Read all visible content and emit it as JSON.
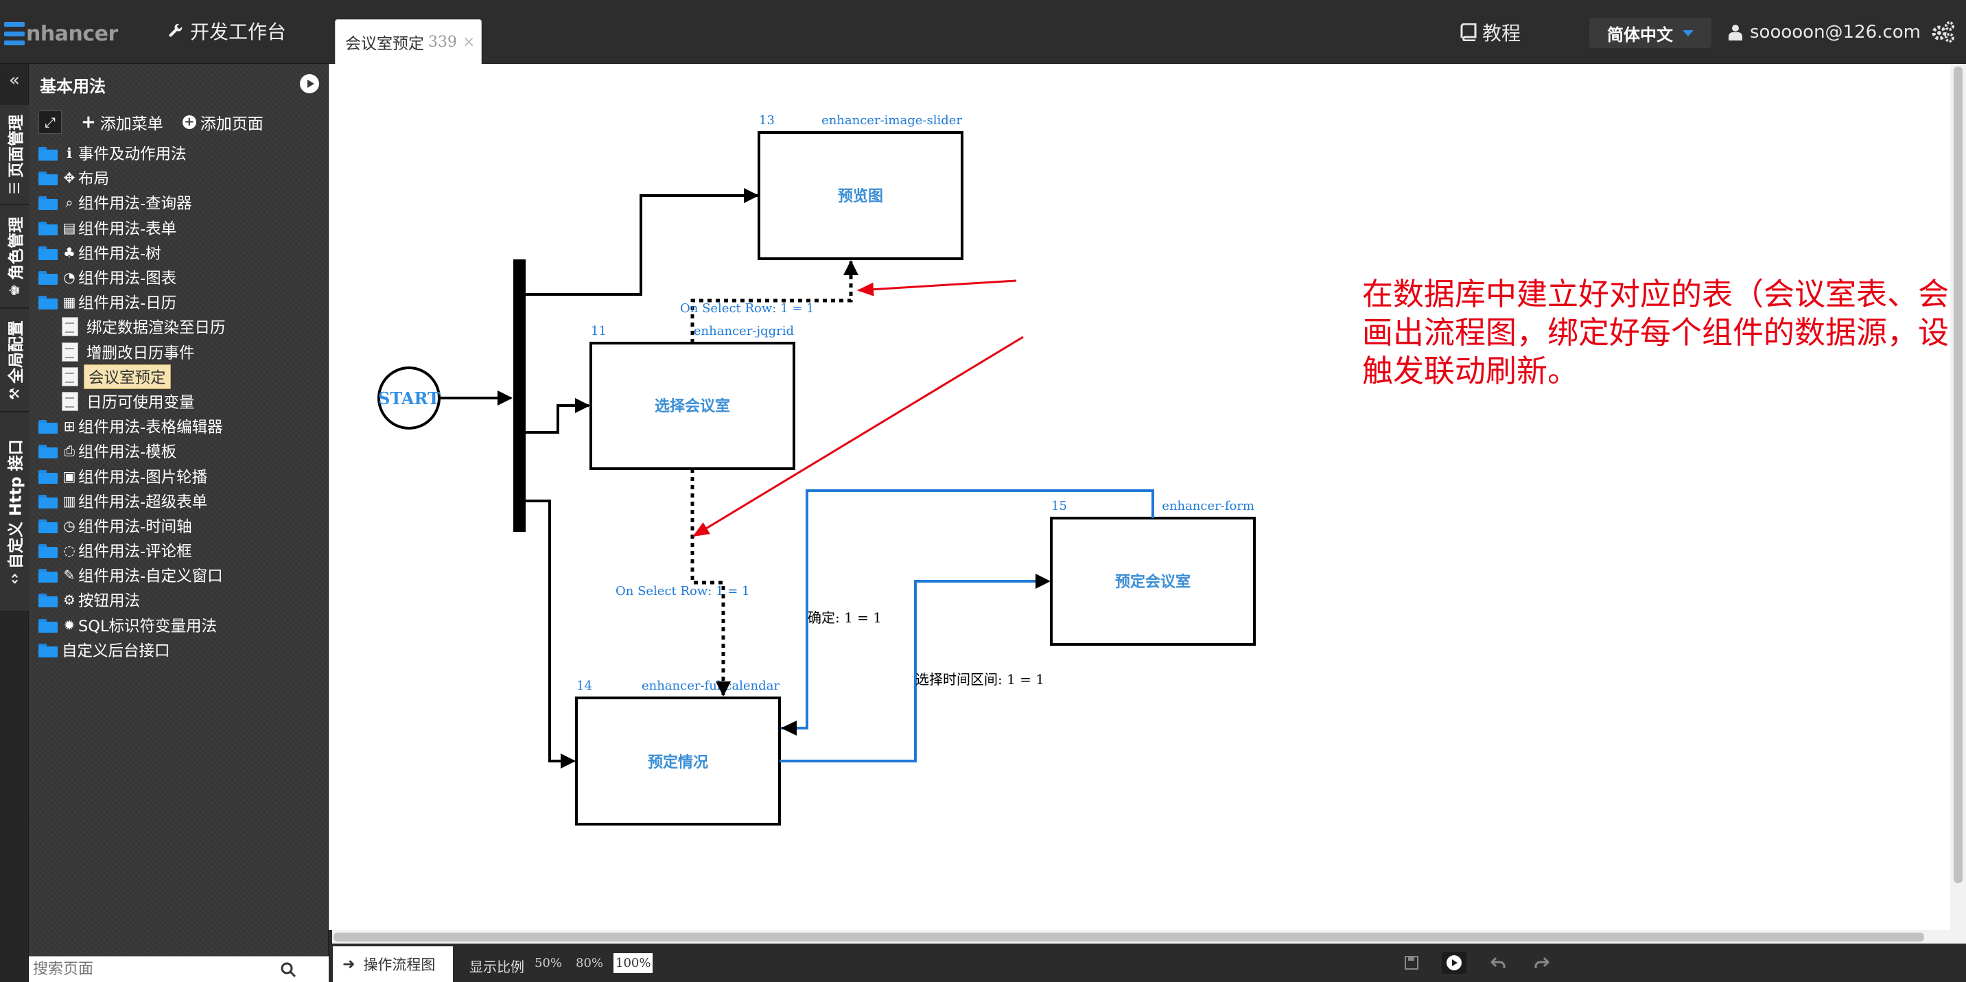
{
  "app": {
    "logo_text": "nhancer",
    "devtools_label": "开发工作台",
    "tab": {
      "label": "会议室预定",
      "count": "339",
      "close": "×"
    },
    "tutorial_label": "教程",
    "language": "简体中文",
    "user_email": "sooooon@126.com"
  },
  "vertical_tabs": [
    {
      "label": "页面管理",
      "icon": "list-icon"
    },
    {
      "label": "角色管理",
      "icon": "users-icon"
    },
    {
      "label": "全局配置",
      "icon": "wrench-icon"
    },
    {
      "label": "自定义 Http 接口",
      "icon": "code-icon"
    }
  ],
  "sidebar": {
    "collapse_glyph": "«",
    "title": "基本用法",
    "add_menu": "添加菜单",
    "add_page": "添加页面",
    "tree": [
      {
        "label": "事件及动作用法",
        "glyph": "ℹ",
        "icon": "info-icon"
      },
      {
        "label": "布局",
        "glyph": "✥",
        "icon": "move-icon"
      },
      {
        "label": "组件用法-查询器",
        "glyph": "⌕",
        "icon": "search-icon"
      },
      {
        "label": "组件用法-表单",
        "glyph": "▤",
        "icon": "form-icon"
      },
      {
        "label": "组件用法-树",
        "glyph": "♣",
        "icon": "tree-icon"
      },
      {
        "label": "组件用法-图表",
        "glyph": "◔",
        "icon": "pie-chart-icon"
      },
      {
        "label": "组件用法-日历",
        "glyph": "▦",
        "icon": "calendar-icon"
      },
      {
        "label": "绑定数据渲染至日历",
        "child": true
      },
      {
        "label": "增删改日历事件",
        "child": true
      },
      {
        "label": "会议室预定",
        "child": true,
        "selected": true
      },
      {
        "label": "日历可使用变量",
        "child": true
      },
      {
        "label": "组件用法-表格编辑器",
        "glyph": "⊞",
        "icon": "grid-icon"
      },
      {
        "label": "组件用法-模板",
        "glyph": "⎙",
        "icon": "template-icon"
      },
      {
        "label": "组件用法-图片轮播",
        "glyph": "▣",
        "icon": "image-icon"
      },
      {
        "label": "组件用法-超级表单",
        "glyph": "▥",
        "icon": "super-form-icon"
      },
      {
        "label": "组件用法-时间轴",
        "glyph": "◷",
        "icon": "clock-icon"
      },
      {
        "label": "组件用法-评论框",
        "glyph": "◌",
        "icon": "comment-icon"
      },
      {
        "label": "组件用法-自定义窗口",
        "glyph": "✎",
        "icon": "edit-icon"
      },
      {
        "label": "按钮用法",
        "glyph": "⚙",
        "icon": "gears-icon"
      },
      {
        "label": "SQL标识符变量用法",
        "glyph": "✹",
        "icon": "asterisk-icon"
      },
      {
        "label": "自定义后台接口",
        "glyph": "",
        "icon": "none"
      }
    ],
    "search_placeholder": "搜索页面"
  },
  "flow": {
    "start_label": "START",
    "nodes": {
      "slider": {
        "id": "13",
        "type": "enhancer-image-slider",
        "label": "预览图"
      },
      "grid": {
        "id": "11",
        "type": "enhancer-jqgrid",
        "label": "选择会议室"
      },
      "form": {
        "id": "15",
        "type": "enhancer-form",
        "label": "预定会议室"
      },
      "calendar": {
        "id": "14",
        "type": "enhancer-fullcalendar",
        "label": "预定情况"
      }
    },
    "edges": {
      "grid_to_slider": "On Select Row: 1 = 1",
      "grid_to_calendar": "On Select Row: 1 = 1",
      "form_to_calendar": "确定: 1 = 1",
      "calendar_to_form": "选择时间区间: 1 = 1"
    },
    "annotation": [
      "在数据库中建立好对应的表（会议室表、会议室预定表）之后，",
      "画出流程图，绑定好每个组件的数据源，设置对应的事件，",
      "触发联动刷新。"
    ]
  },
  "bottom": {
    "tab_label": "操作流程图",
    "zoom_label": "显示比例",
    "zoom_options": [
      "50%",
      "80%",
      "100%"
    ],
    "zoom_selected": "100%"
  },
  "colors": {
    "accent": "#2f8fe6",
    "node_label": "#3a8ed6",
    "annotation": "#e60012",
    "flow_blue": "#1f7ad6"
  }
}
